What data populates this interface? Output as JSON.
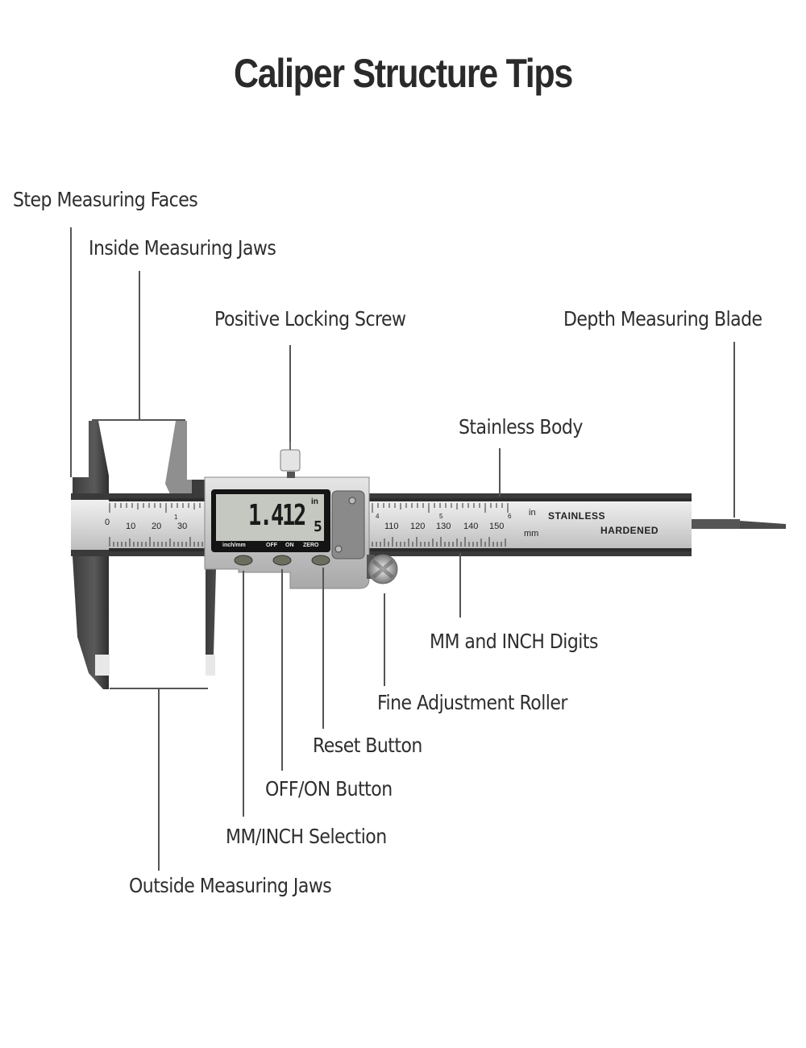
{
  "title": "Caliper Structure Tips",
  "labels": {
    "step_measuring_faces": "Step Measuring Faces",
    "inside_measuring_jaws": "Inside Measuring Jaws",
    "positive_locking_screw": "Positive Locking Screw",
    "depth_measuring_blade": "Depth Measuring Blade",
    "stainless_body": "Stainless Body",
    "mm_inch_digits": "MM and INCH Digits",
    "fine_adjustment_roller": "Fine Adjustment Roller",
    "reset_button": "Reset Button",
    "off_on_button": "OFF/ON Button",
    "mm_inch_selection": "MM/INCH Selection",
    "outside_measuring_jaws": "Outside Measuring Jaws"
  },
  "caliper": {
    "lcd_reading": "1.412",
    "lcd_fraction": "5",
    "lcd_unit": "in",
    "button_labels": [
      "inch/mm",
      "OFF",
      "ON",
      "ZERO"
    ],
    "body_text_1": "STAINLESS",
    "body_text_2": "HARDENED",
    "unit_in": "in",
    "unit_mm": "mm",
    "mm_scale": [
      "0",
      "10",
      "20",
      "30",
      "110",
      "120",
      "130",
      "140",
      "150"
    ],
    "inch_scale": [
      "1",
      "4",
      "5",
      "6"
    ],
    "colors": {
      "steel_light": "#d9d9d9",
      "steel_dark": "#4a4a4a",
      "lcd_bg": "#c8ccc4",
      "lcd_text": "#1a1a1a"
    }
  }
}
